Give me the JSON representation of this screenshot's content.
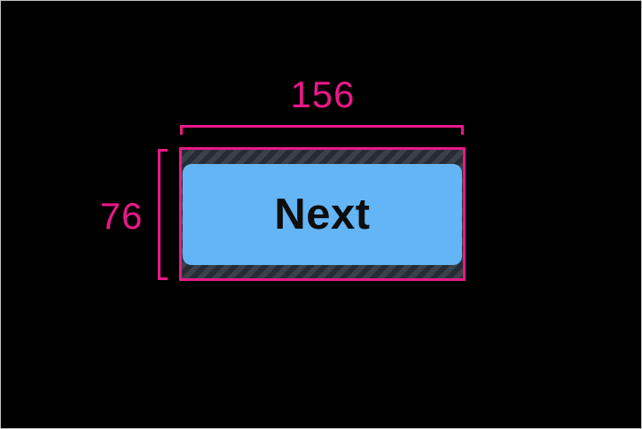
{
  "colors": {
    "canvas-bg": "#000000",
    "frame-border": "#c2c2c2",
    "accent": "#ea1889",
    "hatch-base": "#3a414b",
    "hatch-stripe": "#272c34",
    "button-bg": "#64b5f6",
    "button-text": "#0d0d0d"
  },
  "annotation": {
    "width_label": "156",
    "height_label": "76"
  },
  "button": {
    "label": "Next"
  }
}
